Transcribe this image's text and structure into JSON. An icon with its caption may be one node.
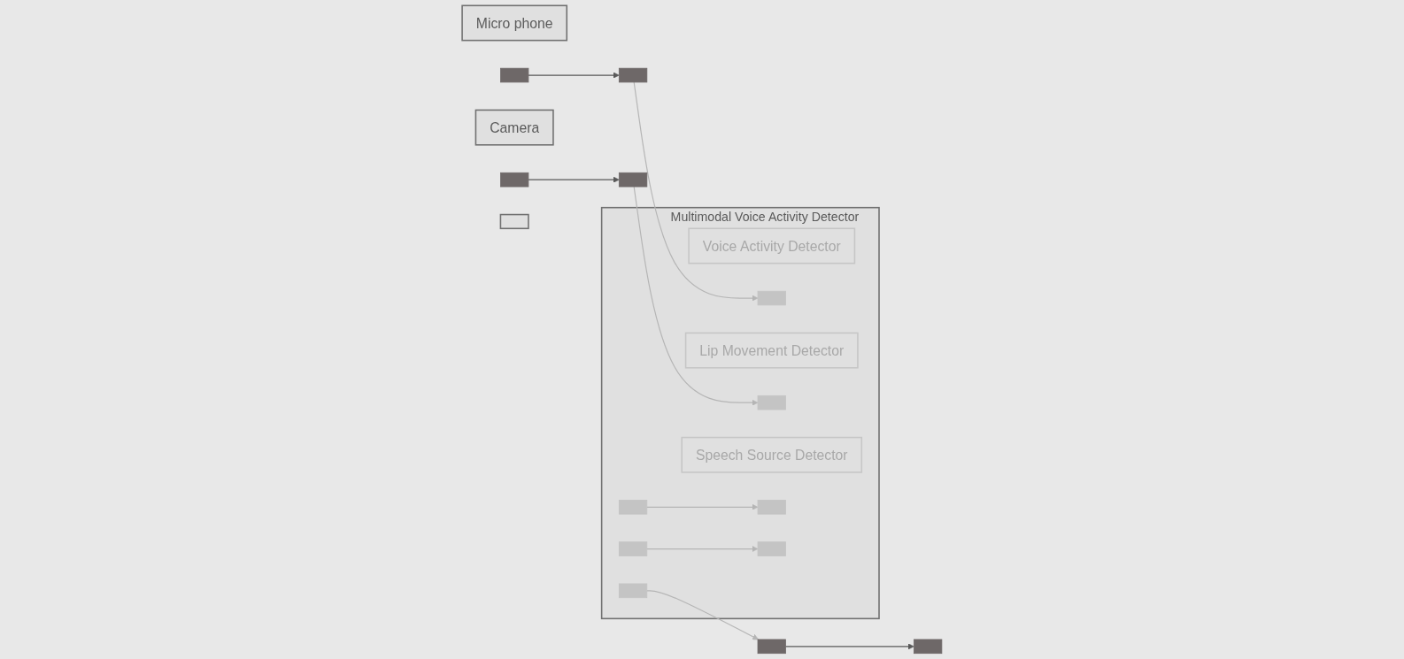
{
  "diagram": {
    "nodes": [
      {
        "text": [
          "Micro phone"
        ]
      },
      {
        "text": [],
        "shape": "box"
      },
      {
        "text": [
          "Camera"
        ]
      },
      {
        "text": [],
        "shape": "box"
      },
      {
        "text": [
          "Multimodal Voice Activity Detector"
        ]
      },
      {
        "text": [],
        "shape": "box"
      },
      {
        "text": [],
        "shape": "box"
      },
      {
        "text": [
          "Voice Activity Detector"
        ],
        "in": 4
      },
      {
        "text": [],
        "shape": "box",
        "in": 4
      },
      {
        "text": [],
        "shape": "box",
        "in": 4
      },
      {
        "text": [
          "Lip Movement Detector"
        ],
        "in": 4
      },
      {
        "text": [],
        "shape": "box",
        "in": 4
      },
      {
        "text": [],
        "shape": "box",
        "in": 4
      },
      {
        "text": [
          "Speech Source Detector"
        ],
        "in": 4
      },
      {
        "text": [],
        "shape": "box",
        "in": 4
      },
      {
        "text": [],
        "shape": "box",
        "in": 4
      },
      {
        "text": [],
        "shape": "box",
        "in": 4
      },
      {
        "text": [],
        "shape": "box"
      },
      {
        "text": [],
        "shape": "box"
      },
      {
        "text": [],
        "shape": "box"
      }
    ],
    "edges": [
      {
        "from": 1,
        "to": 5,
        "arrow": "to",
        "color": "#595959"
      },
      {
        "from": 3,
        "to": 6,
        "arrow": "to",
        "color": "#595959"
      },
      {
        "from": 5,
        "to": 8,
        "arrow": "to"
      },
      {
        "from": 6,
        "to": 11,
        "arrow": "to"
      },
      {
        "from": 9,
        "to": 14,
        "arrow": "to"
      },
      {
        "from": 12,
        "to": 15,
        "arrow": "to"
      },
      {
        "from": 16,
        "to": 17,
        "arrow": "to"
      },
      {
        "from": 17,
        "to": 18,
        "arrow": "to",
        "color": "#595959"
      }
    ]
  }
}
